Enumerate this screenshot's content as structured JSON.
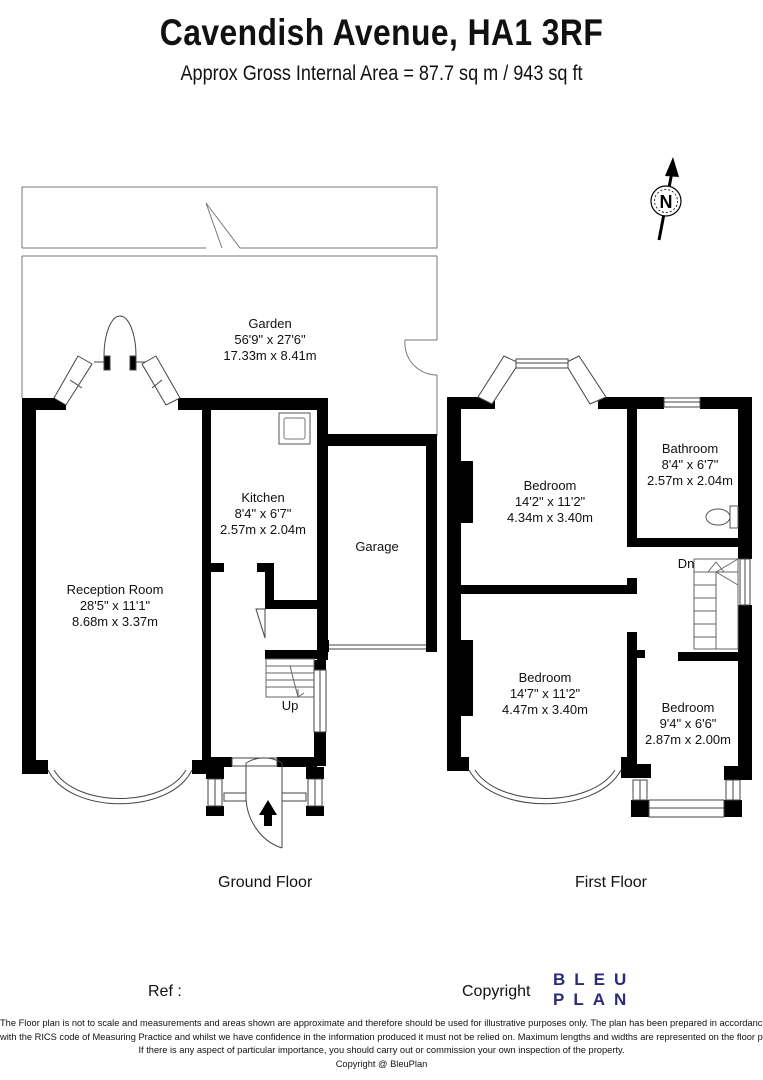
{
  "header": {
    "title": "Cavendish Avenue, HA1 3RF",
    "subtitle": "Approx Gross Internal Area = 87.7 sq m / 943 sq ft"
  },
  "compass": {
    "letter": "N"
  },
  "rooms": {
    "garden": {
      "name": "Garden",
      "imperial": "56'9\" x 27'6\"",
      "metric": "17.33m x 8.41m"
    },
    "kitchen": {
      "name": "Kitchen",
      "imperial": "8'4\" x 6'7\"",
      "metric": "2.57m x 2.04m"
    },
    "garage": {
      "name": "Garage"
    },
    "reception": {
      "name": "Reception Room",
      "imperial": "28'5\" x 11'1\"",
      "metric": "8.68m x 3.37m"
    },
    "bedroom1": {
      "name": "Bedroom",
      "imperial": "14'2\" x 11'2\"",
      "metric": "4.34m x 3.40m"
    },
    "bathroom": {
      "name": "Bathroom",
      "imperial": "8'4\" x 6'7\"",
      "metric": "2.57m x 2.04m"
    },
    "bedroom2": {
      "name": "Bedroom",
      "imperial": "14'7\" x 11'2\"",
      "metric": "4.47m x 3.40m"
    },
    "bedroom3": {
      "name": "Bedroom",
      "imperial": "9'4\" x 6'6\"",
      "metric": "2.87m x 2.00m"
    }
  },
  "stairs": {
    "up": "Up",
    "down": "Dn"
  },
  "floors": {
    "ground": "Ground Floor",
    "first": "First Floor"
  },
  "footer": {
    "ref": "Ref  :",
    "copyright": "Copyright",
    "logo_line1": "BLEU",
    "logo_line2": "PLAN",
    "disclaimer": [
      "The Floor plan is not to scale and measurements and areas shown are approximate and therefore should be used for illustrative purposes only. The plan has been prepared in accordance",
      "with the RICS code of Measuring Practice and whilst we have confidence in the information produced it must not be relied on. Maximum lengths and widths are represented on the floor plan.",
      "If there is any aspect of particular importance, you should carry out or commission your own inspection of the property.",
      "Copyright @ BleuPlan"
    ]
  },
  "colors": {
    "wall": "#000000",
    "logo": "#2d2a7a"
  }
}
